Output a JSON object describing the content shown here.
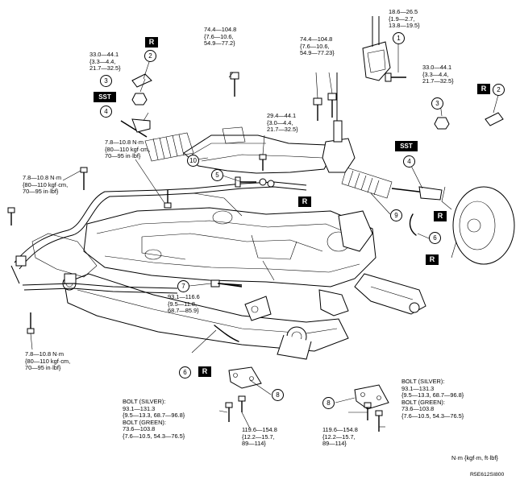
{
  "callouts": [
    "1",
    "2",
    "3",
    "4",
    "5",
    "6",
    "7",
    "8",
    "9",
    "10"
  ],
  "tags": {
    "r": "R",
    "sst": "SST"
  },
  "torque": {
    "t1": "18.6—26.5\n{1.9—2.7,\n13.8—19.5}",
    "t2": "74.4—104.8\n{7.6—10.6,\n54.9—77.2}",
    "t3": "74.4—104.8\n{7.6—10.6,\n54.9—77.23}",
    "t4": "33.0—44.1\n{3.3—4.4,\n21.7—32.5}",
    "t5": "33.0—44.1\n{3.3—4.4,\n21.7—32.5}",
    "t6": "29.4—44.1\n{3.0—4.4,\n21.7—32.5}",
    "t7": "7.8—10.8 N·m\n{80—110 kgf·cm,\n70—95 in·lbf}",
    "t8": "7.8—10.8 N·m\n{80—110 kgf·cm,\n70—95 in·lbf}",
    "t9": "93.1—116.6\n{9.5—11.8,\n68.7—85.9}",
    "t10": "7.8—10.8 N·m\n{80—110 kgf·cm,\n70—95 in·lbf}",
    "t11": "BOLT (SILVER):\n93.1—131.3\n{9.5—13.3, 68.7—96.8}\nBOLT (GREEN):\n73.6—103.8\n{7.6—10.5, 54.3—76.5}",
    "t12": "119.6—154.8\n{12.2—15.7,\n89—114}",
    "t13": "BOLT (SILVER):\n93.1—131.3\n{9.5—13.3, 68.7—96.8}\nBOLT (GREEN):\n73.6—103.8\n{7.6—10.5, 54.3—76.5}",
    "t14": "119.6—154.8\n{12.2—15.7,\n89—114}"
  },
  "units": "N·m {kgf·m, ft·lbf}",
  "figure_code": "R5E612SI800"
}
